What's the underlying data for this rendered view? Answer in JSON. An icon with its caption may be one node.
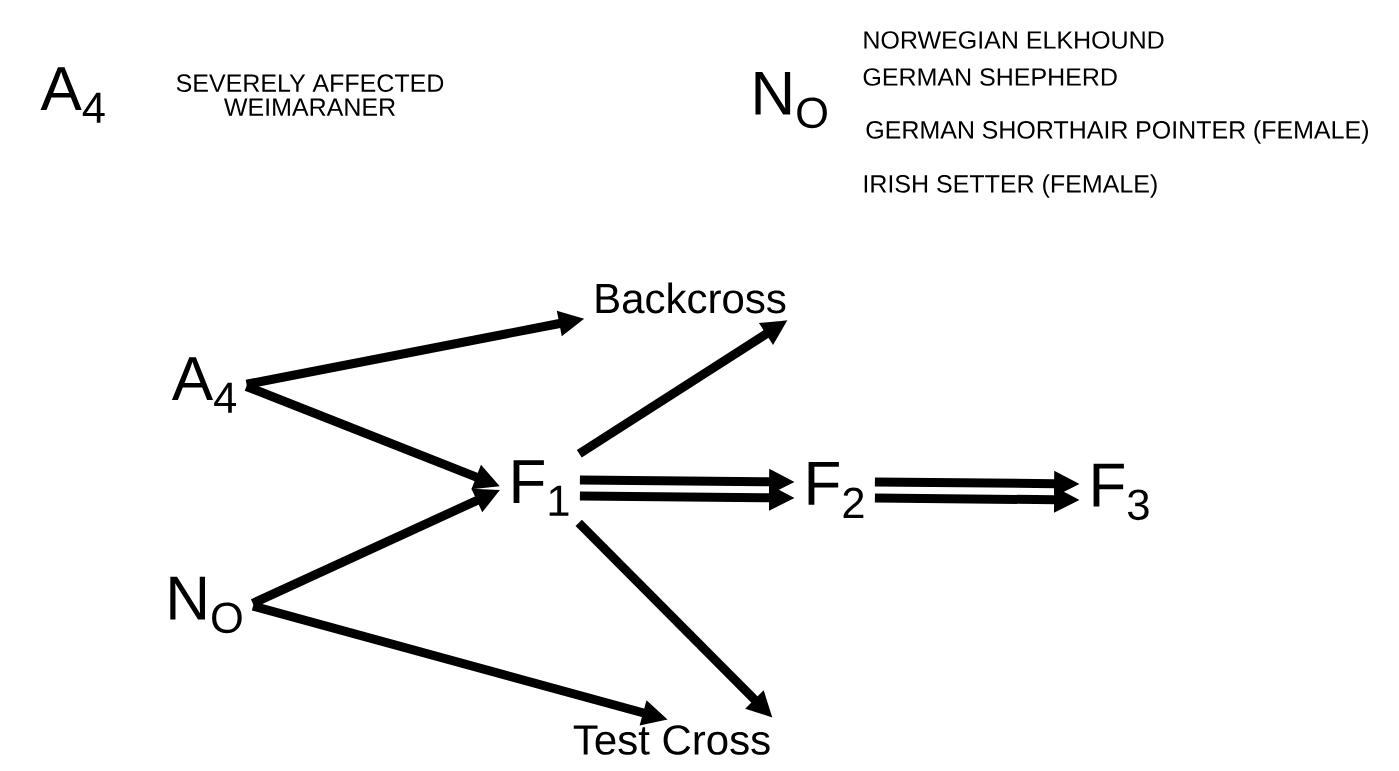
{
  "diagram": {
    "nodes": [
      {
        "text": [
          "A$_{4}$"
        ]
      },
      {
        "text": [
          "Backcross"
        ]
      },
      {
        "text": [
          "F$_{1}$"
        ]
      },
      {
        "text": [
          "F$_{2}$"
        ]
      },
      {
        "text": [
          "F$_{3}$"
        ]
      },
      {
        "text": [
          "N$_{O}$"
        ]
      },
      {
        "text": [
          "Test Cross"
        ]
      }
    ],
    "edges": [
      {
        "from": 0,
        "to": 1,
        "arrow": "to"
      },
      {
        "from": 0,
        "to": 2,
        "arrow": "to"
      },
      {
        "from": 5,
        "to": 2,
        "arrow": "to"
      },
      {
        "from": 5,
        "to": 6,
        "arrow": "to"
      },
      {
        "from": 2,
        "to": 1,
        "arrow": "to"
      },
      {
        "from": 2,
        "to": 6,
        "arrow": "to"
      },
      {
        "from": 2,
        "to": 3,
        "arrow": "to"
      },
      {
        "from": 2,
        "to": 3,
        "arrow": "to"
      },
      {
        "from": 3,
        "to": 4,
        "arrow": "to"
      },
      {
        "from": 3,
        "to": 4,
        "arrow": "to"
      }
    ],
    "labels": [
      "A$_{4}$",
      "SEVERELY AFFECTED WEIMARANER",
      "N$_{O}$",
      "NORWEGIAN ELKHOUND",
      "GERMAN SHEPHERD",
      "GERMAN SHORTHAIR POINTER (FEMALE)",
      "IRISH SETTER (FEMALE)"
    ]
  }
}
